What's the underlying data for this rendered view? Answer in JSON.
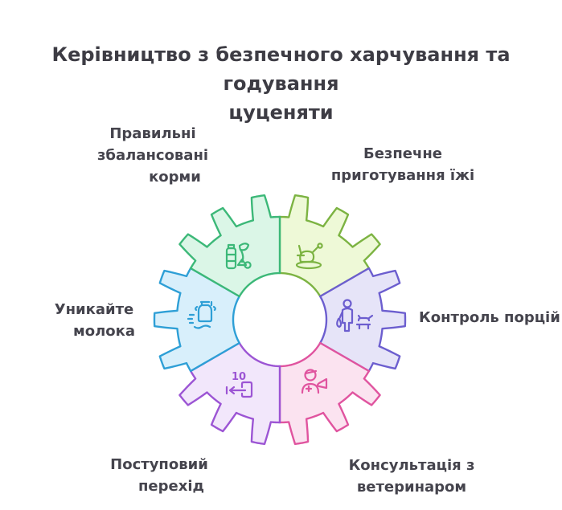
{
  "title": {
    "line1": "Керівництво з безпечного харчування та годування",
    "line2": "цуценяти"
  },
  "colors": {
    "background": "#ffffff",
    "title_text": "#3d3c44",
    "label_text": "#45444d",
    "center_hole": "#ffffff"
  },
  "segments": [
    {
      "id": "safe-cooking",
      "position": "top-right",
      "label_lines": [
        "Безпечне",
        "приготування їжі"
      ],
      "fill": "#eef9d7",
      "stroke": "#7cb342",
      "icon": "roast-chicken-icon"
    },
    {
      "id": "portion-control",
      "position": "right",
      "label_lines": [
        "Контроль порцій"
      ],
      "fill": "#e6e4f8",
      "stroke": "#6c5ecf",
      "icon": "feeding-pet-icon"
    },
    {
      "id": "vet-consultation",
      "position": "bottom-right",
      "label_lines": [
        "Консультація з",
        "ветеринаром"
      ],
      "fill": "#fbe3f0",
      "stroke": "#e0549f",
      "icon": "veterinarian-icon"
    },
    {
      "id": "gradual-transition",
      "position": "bottom-left",
      "label_lines": [
        "Поступовий",
        "перехід"
      ],
      "fill": "#f2e7fb",
      "stroke": "#9c55d4",
      "icon": "ten-days-transition-icon"
    },
    {
      "id": "avoid-milk",
      "position": "left",
      "label_lines": [
        "Уникайте",
        "молока"
      ],
      "fill": "#d8effb",
      "stroke": "#2e9fd6",
      "icon": "milk-jug-icon"
    },
    {
      "id": "balanced-food",
      "position": "top-left",
      "label_lines": [
        "Правильні",
        "збалансовані",
        "корми"
      ],
      "fill": "#dbf6e7",
      "stroke": "#3cb878",
      "icon": "groceries-icon"
    }
  ],
  "icon_ten_days_number": "10"
}
